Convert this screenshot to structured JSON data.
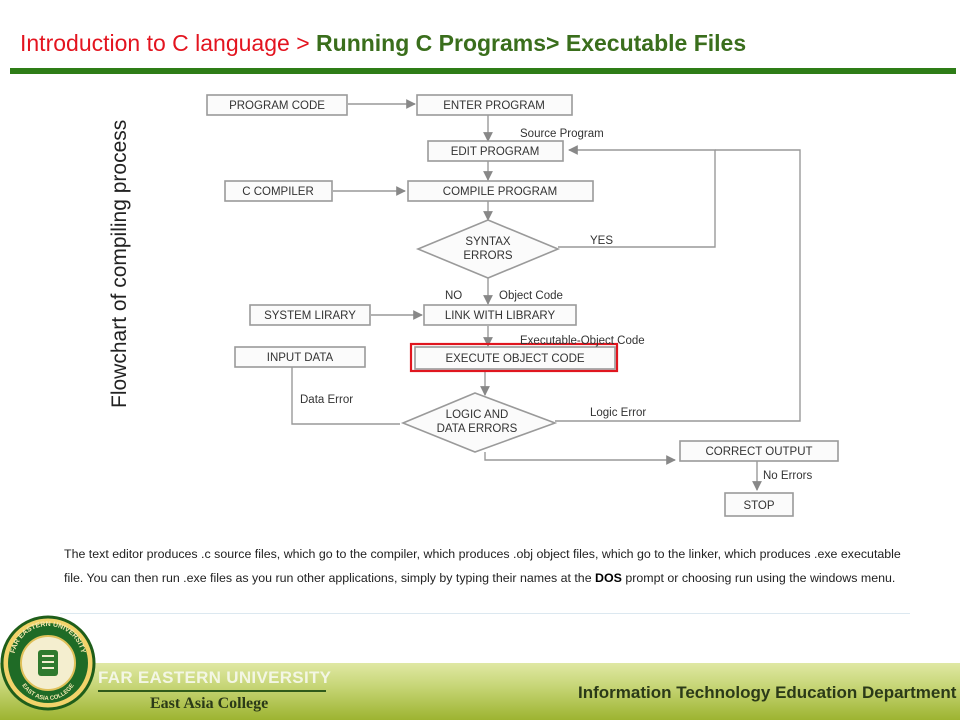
{
  "header": {
    "title_prefix": "Introduction to C language",
    "title_separator": " > ",
    "title_bold": "Running C Programs> Executable Files"
  },
  "flowchart": {
    "vertical_title": "Flowchart of compiling process",
    "boxes": {
      "program_code": "PROGRAM CODE",
      "enter_program": "ENTER PROGRAM",
      "edit_program": "EDIT PROGRAM",
      "c_compiler": "C COMPILER",
      "compile_program": "COMPILE PROGRAM",
      "system_library": "SYSTEM LIRARY",
      "link_with_library": "LINK WITH LIBRARY",
      "input_data": "INPUT DATA",
      "execute_object_code": "EXECUTE OBJECT CODE",
      "correct_output": "CORRECT OUTPUT",
      "stop": "STOP"
    },
    "decisions": {
      "syntax_line1": "SYNTAX",
      "syntax_line2": "ERRORS",
      "logic_line1": "LOGIC AND",
      "logic_line2": "DATA ERRORS"
    },
    "notes": {
      "source_program": "Source Program",
      "yes": "YES",
      "no": "NO",
      "object_code": "Object Code",
      "executable_object_code": "Executable-Object Code",
      "data_error": "Data Error",
      "logic_error": "Logic Error",
      "no_errors": "No Errors"
    },
    "highlight_color": "#e0161f"
  },
  "description": {
    "part1": "The text editor produces .c source files, which go to the compiler, which produces .obj object files, which go to the linker, which produces .exe executable file. You can then run .exe files as you run other applications, simply by typing their names at the ",
    "bold": "DOS",
    "part2": " prompt or choosing run using the windows menu."
  },
  "footer": {
    "university": "FAR EASTERN UNIVERSITY",
    "college": "East Asia College",
    "department": "Information Technology Education Department",
    "logo_text_top": "FAR EASTERN UNIVERSITY",
    "logo_text_bottom": "EAST ASIA COLLEGE"
  },
  "colors": {
    "title_red": "#e3141f",
    "title_green": "#3a6e1c",
    "rule_green": "#2e7d17",
    "footer_green": "#9db431"
  }
}
